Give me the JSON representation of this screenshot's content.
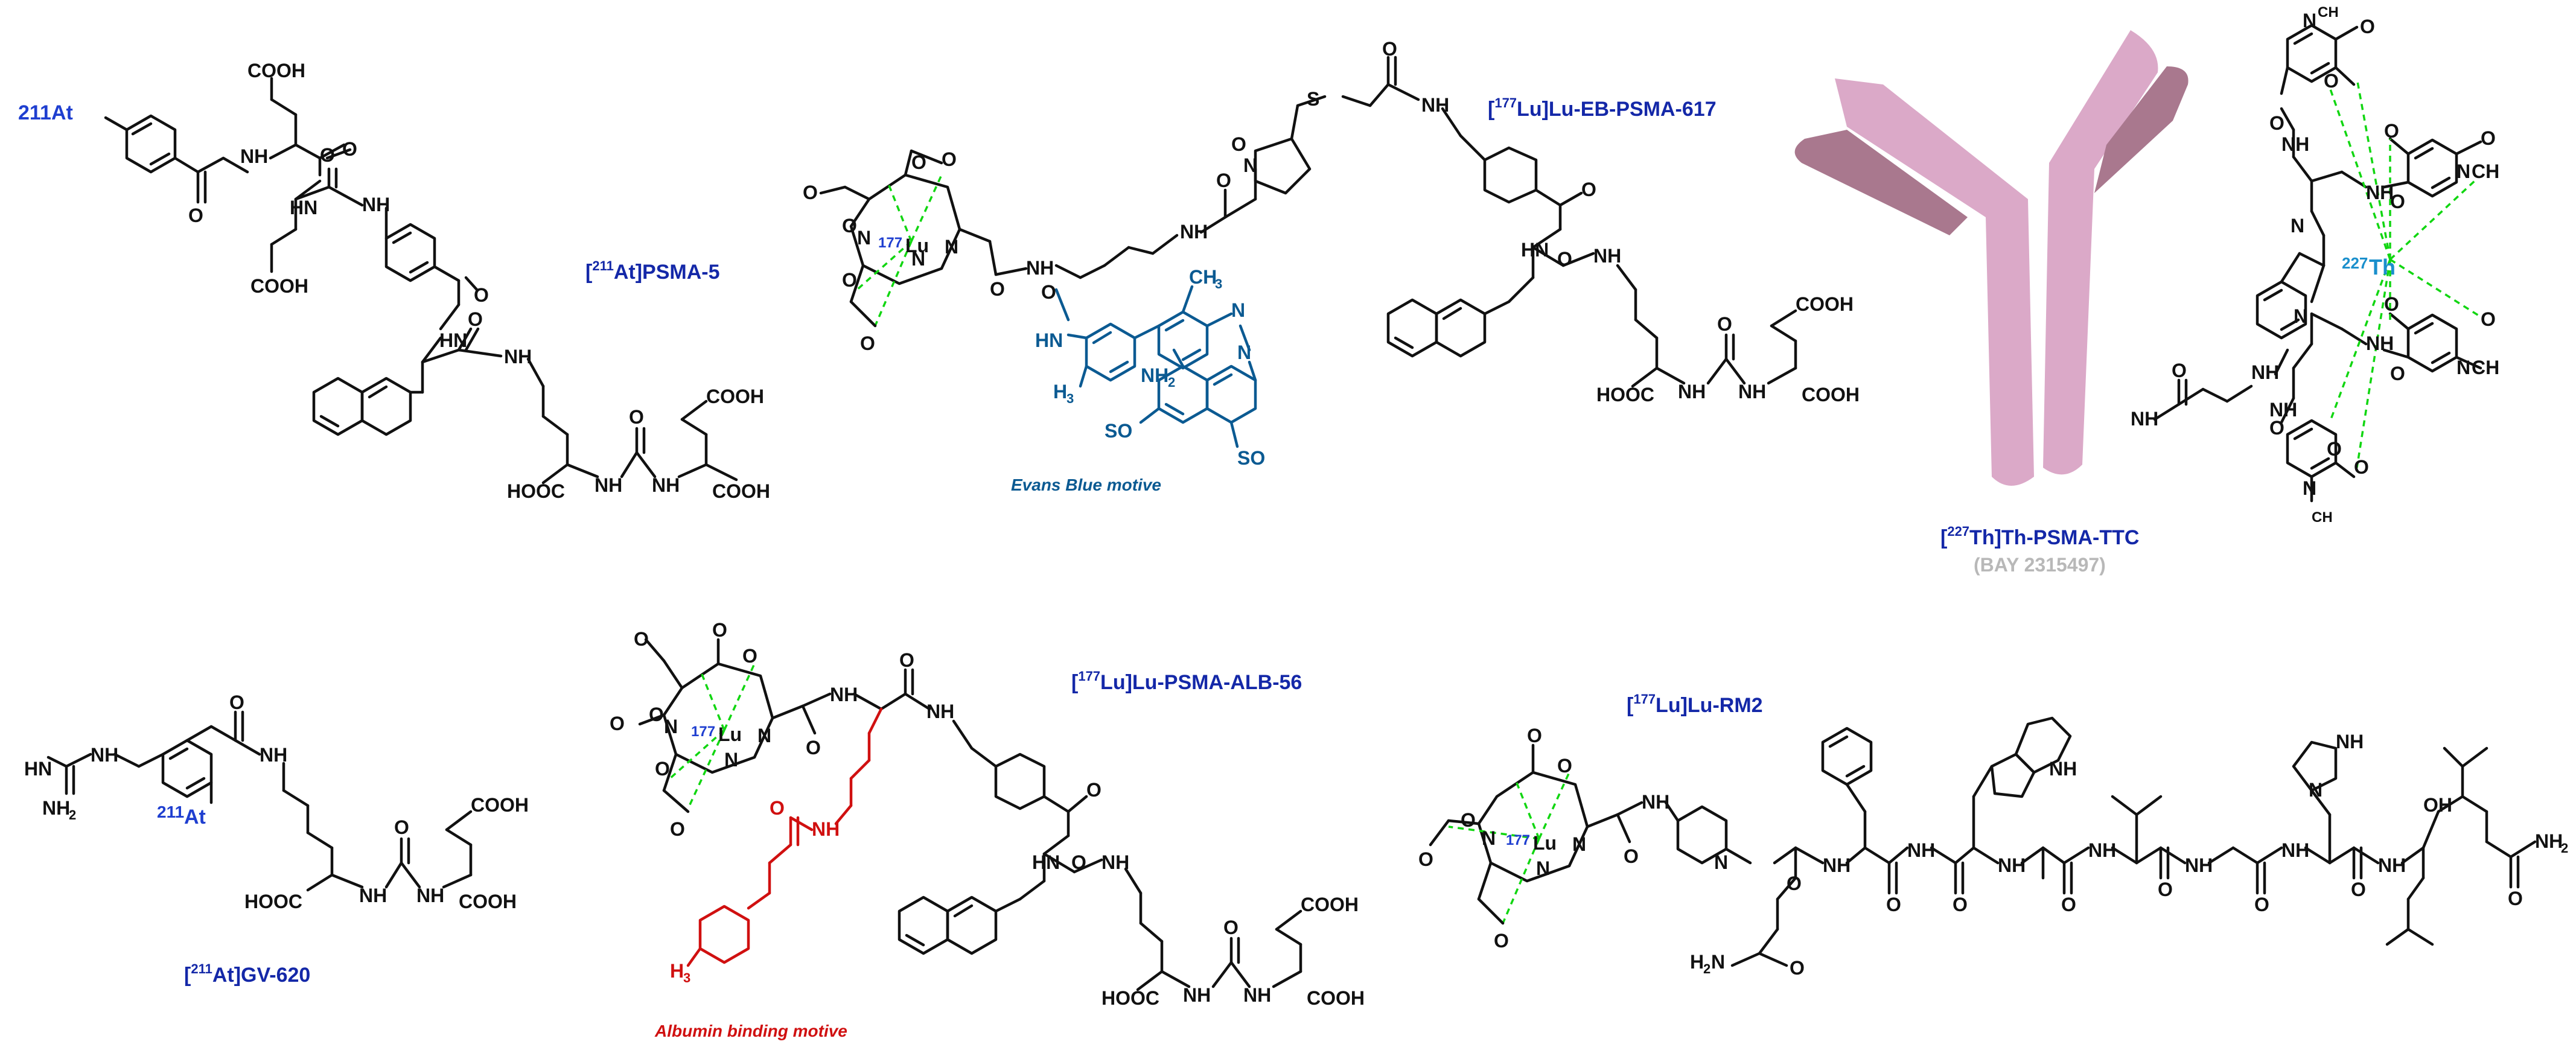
{
  "compounds": [
    {
      "id": "psma5",
      "prefix": "[",
      "isotope": "211",
      "suffix": "At]PSMA-5"
    },
    {
      "id": "eb617",
      "prefix": "[",
      "isotope": "177",
      "suffix": "Lu]Lu-EB-PSMA-617"
    },
    {
      "id": "ttc",
      "prefix": "[",
      "isotope": "227",
      "suffix": "Th]Th-PSMA-TTC",
      "code": "(BAY 2315497)"
    },
    {
      "id": "gv620",
      "prefix": "[",
      "isotope": "211",
      "suffix": "At]GV-620"
    },
    {
      "id": "alb56",
      "prefix": "[",
      "isotope": "177",
      "suffix": "Lu]Lu-PSMA-ALB-56"
    },
    {
      "id": "rm2",
      "prefix": "[",
      "isotope": "177",
      "suffix": "Lu]Lu-RM2"
    }
  ],
  "motives": {
    "evans_blue": "Evans Blue motive",
    "albumin": "Albumin binding motive"
  },
  "atom_labels": {
    "cooh": "COOH",
    "hooc": "HOOC",
    "nh": "NH",
    "hn": "HN",
    "n": "N",
    "o": "O",
    "s": "S",
    "oh": "OH",
    "nh2": "NH",
    "h2n": "H",
    "so3h": "SO",
    "ch3": "CH",
    "h3c": "H",
    "at": "At",
    "lu": "Lu",
    "th": "Th",
    "iso_211": "211",
    "iso_177": "177",
    "iso_227": "227",
    "sub_2": "2",
    "sub_3": "3"
  },
  "colors": {
    "label_blue": "#1428a8",
    "evans_blue": "#0b5a92",
    "albumin_red": "#d01010",
    "coordination_green": "#11d611",
    "antibody_pink": "#dba9c8",
    "antibody_dark": "#a9788e",
    "thorium": "#1a8fcc",
    "code_gray": "#b8b8b8"
  }
}
